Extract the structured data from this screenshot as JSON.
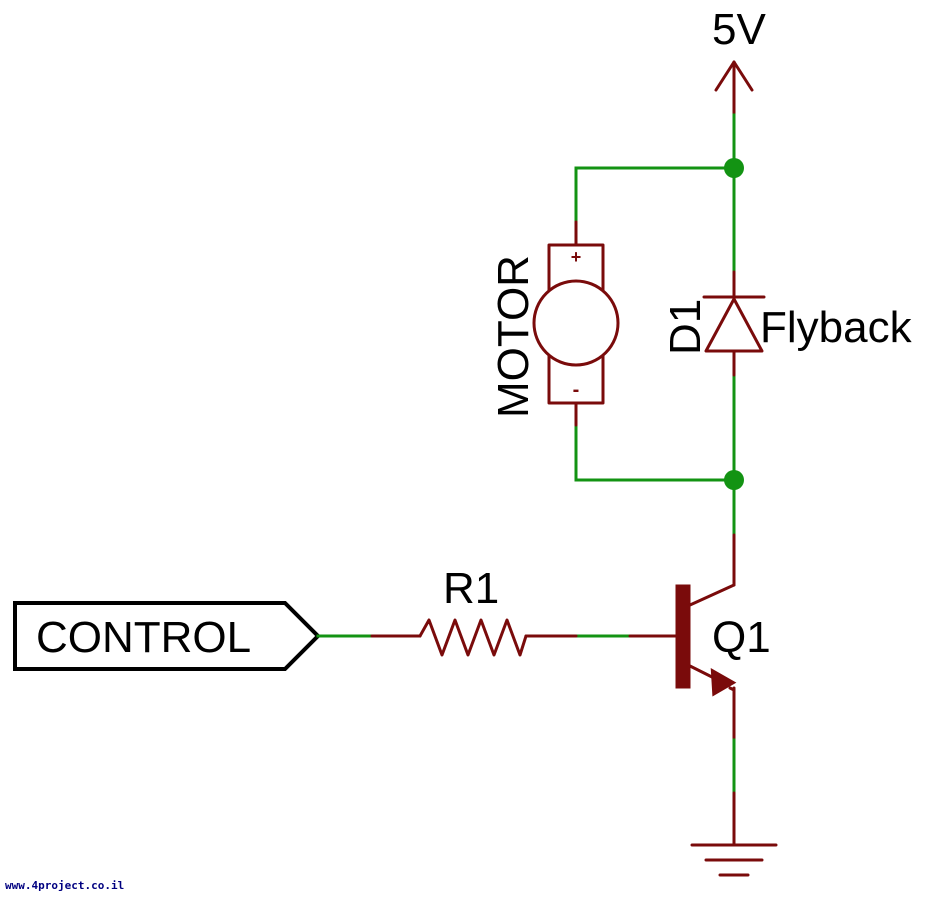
{
  "labels": {
    "supply": "5V",
    "motor_name": "MOTOR",
    "motor_plus": "+",
    "motor_minus": "-",
    "diode_name": "D1",
    "diode_value": "Flyback",
    "resistor_name": "R1",
    "transistor_name": "Q1",
    "control_port": "CONTROL",
    "watermark": "www.4project.co.il"
  },
  "colors": {
    "wire": "#139313",
    "component": "#7a0b0b",
    "text": "#000000",
    "watermark": "#000080"
  }
}
